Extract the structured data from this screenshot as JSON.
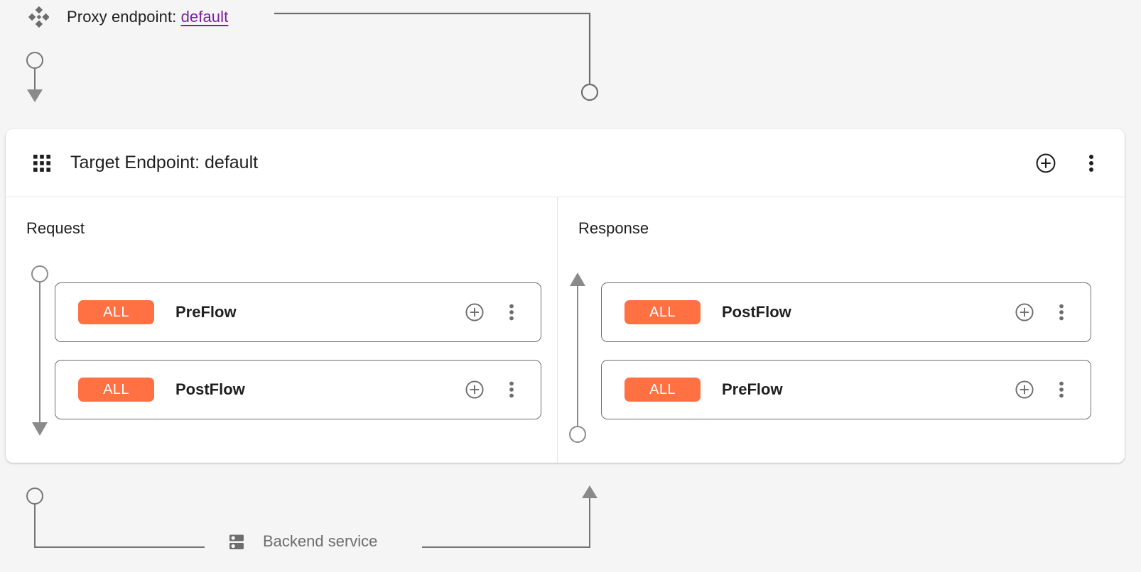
{
  "proxy": {
    "icon": "diamond-cluster-icon",
    "label_prefix": "Proxy endpoint: ",
    "link_text": "default",
    "link_color": "#7b1fa2"
  },
  "target_panel": {
    "icon": "grid-dots-icon",
    "title": "Target Endpoint: default",
    "actions": [
      {
        "name": "add-circle-icon",
        "label": "Add"
      },
      {
        "name": "more-vert-icon",
        "label": "More options"
      }
    ]
  },
  "columns": [
    {
      "key": "request",
      "title": "Request",
      "direction": "down",
      "cards": [
        {
          "badge": "ALL",
          "badge_color": "#ff7043",
          "name": "PreFlow",
          "actions": [
            {
              "name": "add-circle-icon",
              "label": "Add policy"
            },
            {
              "name": "more-vert-icon",
              "label": "More options"
            }
          ]
        },
        {
          "badge": "ALL",
          "badge_color": "#ff7043",
          "name": "PostFlow",
          "actions": [
            {
              "name": "add-circle-icon",
              "label": "Add policy"
            },
            {
              "name": "more-vert-icon",
              "label": "More options"
            }
          ]
        }
      ]
    },
    {
      "key": "response",
      "title": "Response",
      "direction": "up",
      "cards": [
        {
          "badge": "ALL",
          "badge_color": "#ff7043",
          "name": "PostFlow",
          "actions": [
            {
              "name": "add-circle-icon",
              "label": "Add policy"
            },
            {
              "name": "more-vert-icon",
              "label": "More options"
            }
          ]
        },
        {
          "badge": "ALL",
          "badge_color": "#ff7043",
          "name": "PreFlow",
          "actions": [
            {
              "name": "add-circle-icon",
              "label": "Add policy"
            },
            {
              "name": "more-vert-icon",
              "label": "More options"
            }
          ]
        }
      ]
    }
  ],
  "backend": {
    "icon": "server-icon",
    "label": "Backend service"
  },
  "theme": {
    "background": "#f5f5f5",
    "panel_background": "#ffffff",
    "connector_color": "#757575",
    "card_border": "#6d6d6d",
    "text_primary": "#1f1f1f",
    "text_muted": "#6d6d6d"
  }
}
